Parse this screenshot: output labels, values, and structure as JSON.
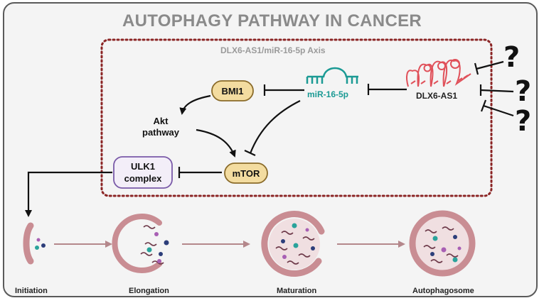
{
  "title": "AUTOPHAGY PATHWAY IN CANCER",
  "axis_title": "DLX6-AS1/miR-16-5p Axis",
  "nodes": {
    "bmi1": "BMI1",
    "mir": "miR-16-5p",
    "dlx": "DLX6-AS1",
    "akt_line1": "Akt",
    "akt_line2": "pathway",
    "mtor": "mTOR",
    "ulk1_line1": "ULK1",
    "ulk1_line2": "complex"
  },
  "unknown_mark": "?",
  "stages": [
    "Initiation",
    "Elongation",
    "Maturation",
    "Autophagosome"
  ],
  "colors": {
    "title": "#8a8a8a",
    "dashed_border": "#8b2525",
    "mir": "#1b9a94",
    "dlx_rna": "#e0515a",
    "node_fill": "#f3dca0",
    "node_stroke": "#8a6b2a",
    "ulk1_fill": "#f3eef8",
    "ulk1_stroke": "#7a5aa8",
    "membrane": "#c98d93",
    "lumen": "#f0dfe1",
    "arrow_stage": "#b4878b",
    "cargo_purple": "#a85fb4",
    "cargo_teal": "#2aa39b",
    "cargo_navy": "#2c3e7a",
    "cargo_worm": "#6e3a4a"
  }
}
